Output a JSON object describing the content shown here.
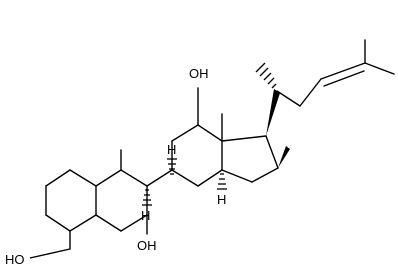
{
  "molecule": {
    "atom_labels": {
      "oh_top": "OH",
      "oh_left": "HO",
      "oh_bottom": "OH",
      "h_9": "H",
      "h_8": "H",
      "h_14": "H"
    },
    "colors": {
      "bond": "#000000",
      "background": "#ffffff"
    }
  }
}
